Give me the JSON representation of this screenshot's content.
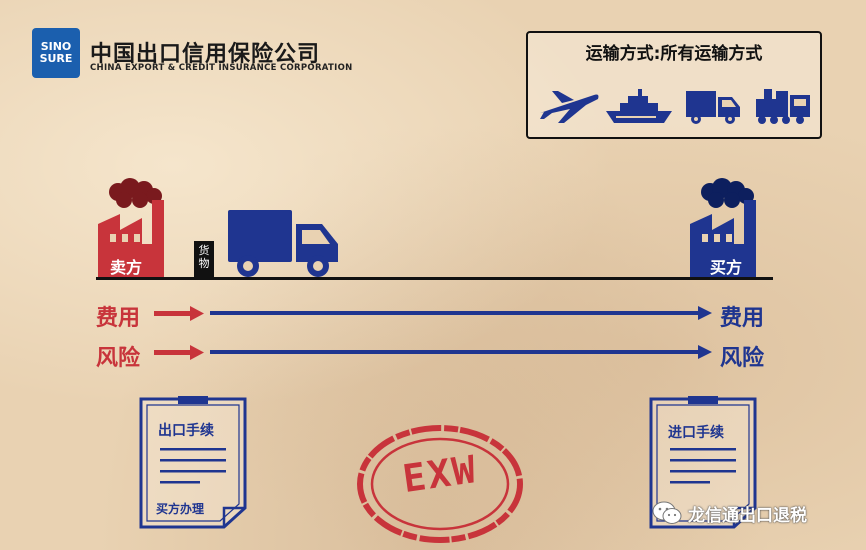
{
  "logo": {
    "badge_line1": "SINO",
    "badge_line2": "SURE",
    "name_cn": "中国出口信用保险公司",
    "name_en": "CHINA EXPORT & CREDIT INSURANCE CORPORATION"
  },
  "transport": {
    "title": "运输方式:所有运输方式",
    "icons": [
      "airplane-icon",
      "ship-icon",
      "truck-icon",
      "train-icon"
    ]
  },
  "seller": {
    "label": "卖方"
  },
  "buyer": {
    "label": "买方"
  },
  "goods": {
    "label": "货物"
  },
  "cost_row": {
    "left": "费用",
    "right": "费用"
  },
  "risk_row": {
    "left": "风险",
    "right": "风险"
  },
  "export_doc": {
    "title": "出口手续",
    "footer": "买方办理"
  },
  "import_doc": {
    "title": "进口手续"
  },
  "stamp": {
    "text": "EXW"
  },
  "watermark": {
    "text": "龙信通出口退税"
  },
  "colors": {
    "red": "#c8343b",
    "blue": "#1f3590",
    "badge": "#1b5fae"
  }
}
